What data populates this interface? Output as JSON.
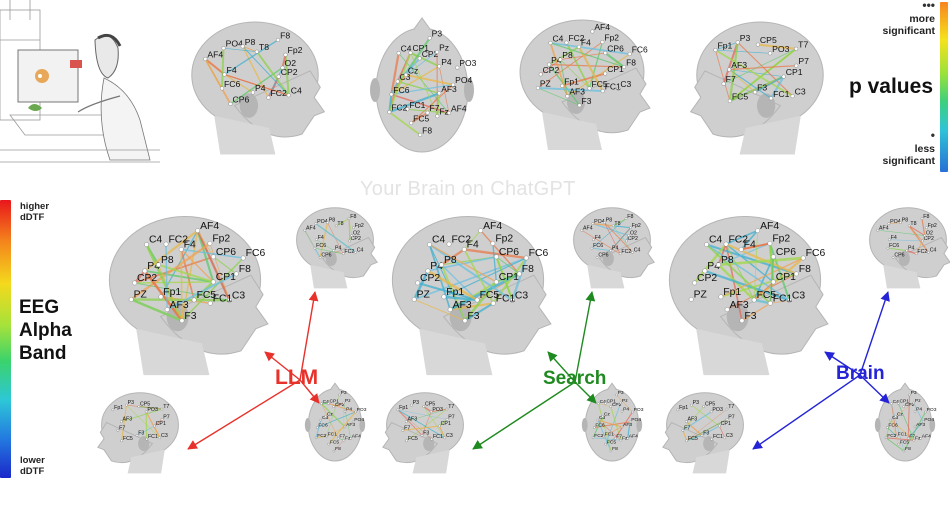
{
  "watermark": "Your Brain on ChatGPT",
  "pvalues": {
    "title": "p values",
    "top_dots": "•••",
    "top_label": "more\nsignificant",
    "bottom_dots": "•",
    "bottom_label": "less\nsignificant"
  },
  "dtf": {
    "top_label": "higher\ndDTF",
    "band_label": "EEG\nAlpha\nBand",
    "bottom_label": "lower\ndDTF"
  },
  "groups": [
    {
      "label": "LLM",
      "color": "#e8312a"
    },
    {
      "label": "Search",
      "color": "#1f8a1f"
    },
    {
      "label": "Brain",
      "color": "#2424d6"
    }
  ],
  "electrodes": {
    "side_right": [
      "CP2",
      "C4",
      "FC2",
      "P4",
      "CP6",
      "FC6",
      "F4",
      "AF4",
      "PO4",
      "P8",
      "T8",
      "F8",
      "Fp2",
      "O2"
    ],
    "top": [
      "AF3",
      "AF4",
      "Fz",
      "F7",
      "F8",
      "FC5",
      "FC1",
      "FC2",
      "FC6",
      "C3",
      "Cz",
      "C4",
      "CP1",
      "CP2",
      "P3",
      "Pz",
      "P4",
      "PO3",
      "PO4"
    ],
    "rear_oblique": [
      "CP1",
      "C3",
      "FC1",
      "FC5",
      "F3",
      "AF3",
      "Fp1",
      "PZ",
      "CP2",
      "P4",
      "P8",
      "C4",
      "FC2",
      "F4",
      "AF4",
      "Fp2",
      "CP6",
      "FC6",
      "F8"
    ],
    "side_left": [
      "CP1",
      "C3",
      "FC1",
      "F3",
      "FC5",
      "F7",
      "AF3",
      "Fp1",
      "P3",
      "CP5",
      "PO3",
      "T7",
      "P7"
    ]
  }
}
